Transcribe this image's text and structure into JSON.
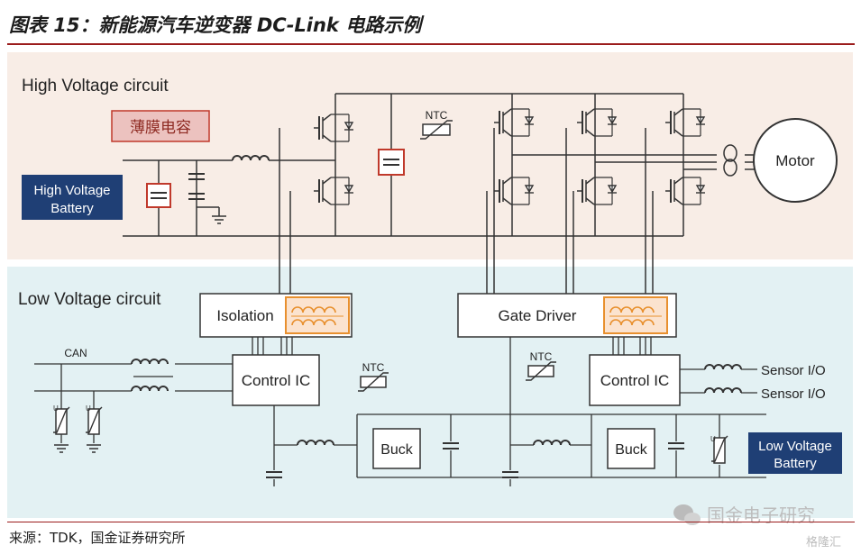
{
  "figure": {
    "title": "图表 15：新能源汽车逆变器 DC-Link 电路示例",
    "source": "来源：TDK，国金证券研究所"
  },
  "high_voltage": {
    "section_label": "High Voltage circuit",
    "film_cap_label": "薄膜电容",
    "battery_line1": "High Voltage",
    "battery_line2": "Battery",
    "ntc_label": "NTC",
    "motor_label": "Motor"
  },
  "low_voltage": {
    "section_label": "Low Voltage circuit",
    "isolation_label": "Isolation",
    "gate_driver_label": "Gate Driver",
    "control_ic_left": "Control IC",
    "control_ic_right": "Control IC",
    "can_label": "CAN",
    "ntc_left": "NTC",
    "ntc_right": "NTC",
    "buck_left": "Buck",
    "buck_right": "Buck",
    "sensor_1": "Sensor I/O",
    "sensor_2": "Sensor I/O",
    "lv_battery_line1": "Low Voltage",
    "lv_battery_line2": "Battery",
    "varistor_mark_1": "U",
    "varistor_mark_2": "U",
    "varistor_mark_3": "U"
  },
  "watermark": {
    "name": "国金电子研究",
    "sub": "格隆汇"
  },
  "colors": {
    "hv_background": "#f8ede6",
    "lv_background": "#e3f1f3",
    "battery_box": "#1f3f75",
    "film_cap": "#c0392b",
    "title_rule": "#9b1c1c"
  }
}
